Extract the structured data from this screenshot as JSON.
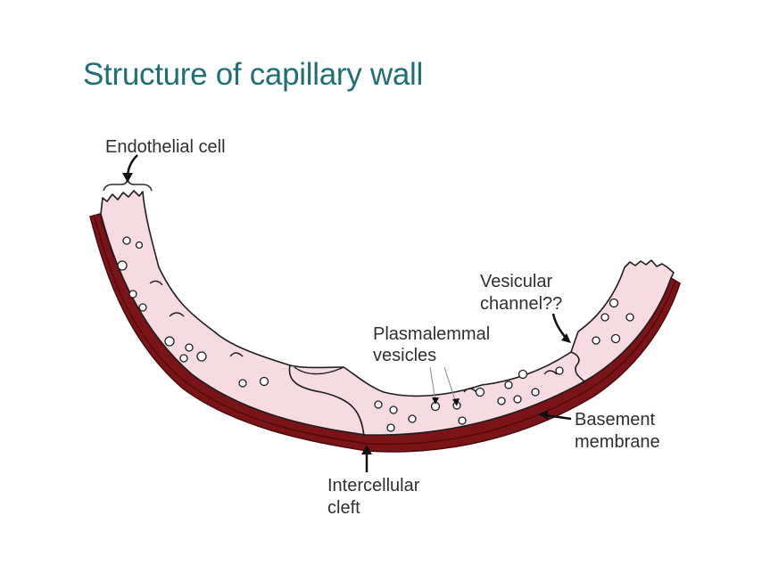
{
  "title": "Structure of capillary wall",
  "labels": {
    "endothelial_cell": "Endothelial cell",
    "vesicular_channel_line1": "Vesicular",
    "vesicular_channel_line2": "channel??",
    "plasmalemmal_line1": "Plasmalemmal",
    "plasmalemmal_line2": "vesicles",
    "basement_line1": "Basement",
    "basement_line2": "membrane",
    "intercellular_line1": "Intercellular",
    "intercellular_line2": "cleft"
  },
  "colors": {
    "title": "#1f6f73",
    "cytoplasm": "#f6dce2",
    "basement_membrane": "#7a1418",
    "basement_membrane_dark": "#4d0b0d",
    "outline": "#1e1e1e",
    "label_text": "#2f2f2f"
  }
}
